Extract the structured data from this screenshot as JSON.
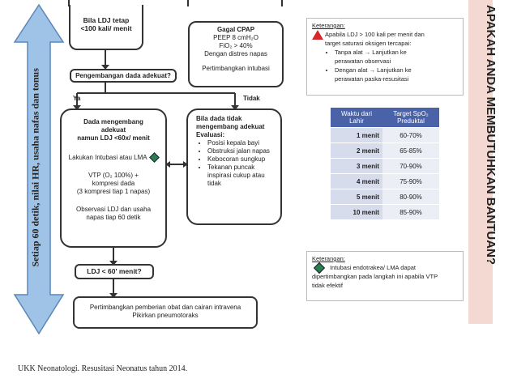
{
  "flow": {
    "box_hr": [
      "Bila LDJ tetap",
      "<100 kali/ menit"
    ],
    "box_cpap": [
      "Gagal CPAP",
      "PEEP 8 cmH₂O",
      "FiO₂ > 40%",
      "Dengan distres napas",
      "Pertimbangkan intubasi"
    ],
    "box_develop": "Pengembangan dada adekuat?",
    "label_yes": "Ya",
    "label_no": "Tidak",
    "box_yes": {
      "title": [
        "Dada mengembang",
        "adekuat",
        "namun LDJ <60x/ menit"
      ],
      "line_lma": "Lakukan Intubasi atau LMA",
      "vtp": [
        "VTP (O₂ 100%) +",
        "kompresi dada",
        "(3 kompresi tiap 1 napas)"
      ],
      "observe": [
        "Observasi LDJ dan usaha",
        "napas tiap 60 detik"
      ]
    },
    "box_no": {
      "title": [
        "Bila dada tidak",
        "mengembang adekuat"
      ],
      "eval": "Evaluasi:",
      "items": [
        "Posisi kepala bayi",
        "Obstruksi jalan napas",
        "Kebocoran sungkup",
        "Tekanan puncak inspirasi cukup atau tidak"
      ]
    },
    "box_hr60": "LDJ < 60' menit?",
    "box_final": [
      "Pertimbangkan pemberian obat dan cairan intravena",
      "Pikirkan pneumotoraks"
    ]
  },
  "side_arrow_label": "Setiap 60 detik, nilai HR, usaha nafas dan tonus",
  "keterangan_top": {
    "title": "Keterangan:",
    "line1": [
      "Apabila LDJ > 100 kali per menit dan",
      "target saturasi oksigen tercapai:"
    ],
    "item1": [
      "Tanpa alat → Lanjutkan ke",
      "perawatan observasi"
    ],
    "item2": [
      "Dengan alat → Lanjutkan ke",
      "perawatan paska-resusitasi"
    ]
  },
  "spo2_table": {
    "head1": [
      "Waktu dari",
      "Lahir"
    ],
    "head2": [
      "Target SpO₂",
      "Preduktal"
    ],
    "rows": [
      [
        "1 menit",
        "60-70%"
      ],
      [
        "2 menit",
        "65-85%"
      ],
      [
        "3 menit",
        "70-90%"
      ],
      [
        "4 menit",
        "75-90%"
      ],
      [
        "5 menit",
        "80-90%"
      ],
      [
        "10 menit",
        "85-90%"
      ]
    ]
  },
  "keterangan_bottom": {
    "title": "Keterangan:",
    "lines": [
      "Intubasi endotrakea/ LMA dapat",
      "dipertimbangkan pada langkah ini apabila VTP",
      "tidak efektif"
    ]
  },
  "side_title": "APAKAH ANDA MEMBUTUHKAN BANTUAN?",
  "caption": "UKK Neonatologi. Resusitasi Neonatus tahun 2014.",
  "colors": {
    "arrow": "#9fc2e7",
    "triangle": "#d62828",
    "diamond": "#2e7d4f",
    "table_head": "#4a63a8",
    "side_band": "#f3d9d2"
  }
}
